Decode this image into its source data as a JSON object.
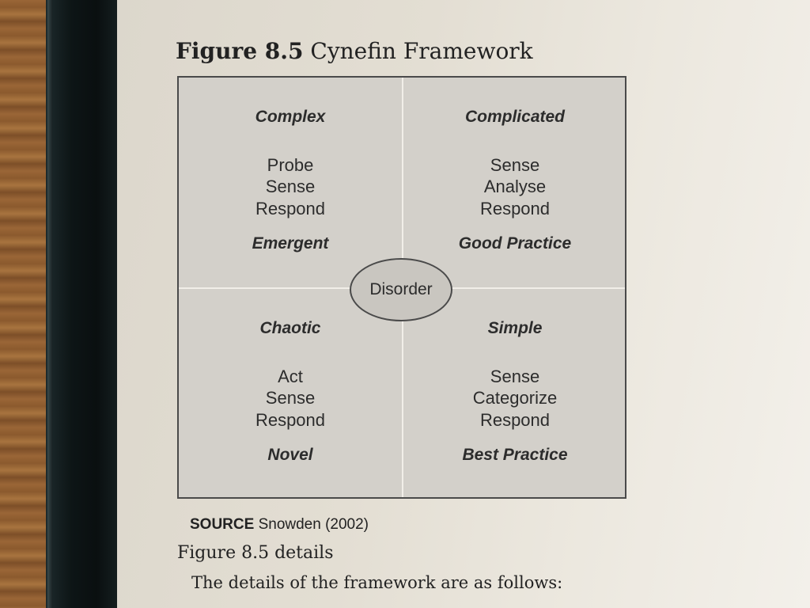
{
  "figure": {
    "number": "Figure 8.5",
    "title": "Cynefin Framework"
  },
  "diagram": {
    "quadrants": [
      {
        "name": "Complex",
        "steps": [
          "Probe",
          "Sense",
          "Respond"
        ],
        "practice": "Emergent"
      },
      {
        "name": "Complicated",
        "steps": [
          "Sense",
          "Analyse",
          "Respond"
        ],
        "practice": "Good Practice"
      },
      {
        "name": "Chaotic",
        "steps": [
          "Act",
          "Sense",
          "Respond"
        ],
        "practice": "Novel"
      },
      {
        "name": "Simple",
        "steps": [
          "Sense",
          "Categorize",
          "Respond"
        ],
        "practice": "Best Practice"
      }
    ],
    "center": "Disorder"
  },
  "source": {
    "label": "SOURCE",
    "text": "Snowden (2002)"
  },
  "details": {
    "heading": "Figure 8.5 details",
    "intro": "The details of the framework are as follows:"
  }
}
